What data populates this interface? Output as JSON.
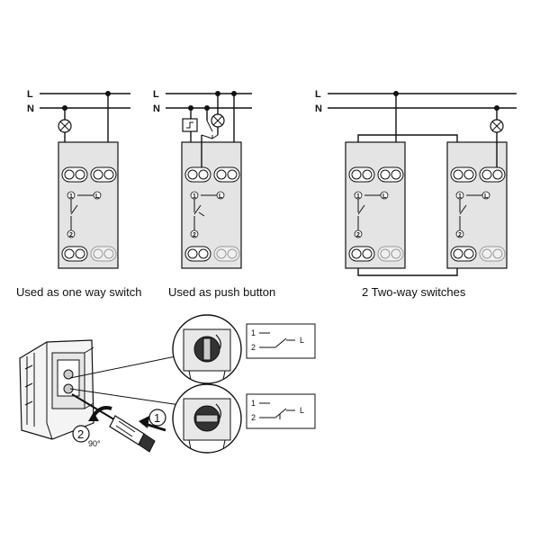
{
  "labels": {
    "line": "L",
    "neutral": "N",
    "terminal_1": "1",
    "terminal_2": "2",
    "terminal_L": "L"
  },
  "captions": {
    "one_way": "Used as one way switch",
    "push_button": "Used as push button",
    "two_way": "2 Two-way switches"
  },
  "installation": {
    "step_1": "1",
    "step_2": "2",
    "angle": "90°"
  },
  "colors": {
    "module_fill": "#e4e4e4",
    "line": "#111111"
  },
  "icons": [
    "lamp-icon",
    "pushbutton-relay-icon",
    "screwdriver-icon",
    "rotate-arrow-icon",
    "push-arrow-icon",
    "switch-symbol-icon"
  ]
}
